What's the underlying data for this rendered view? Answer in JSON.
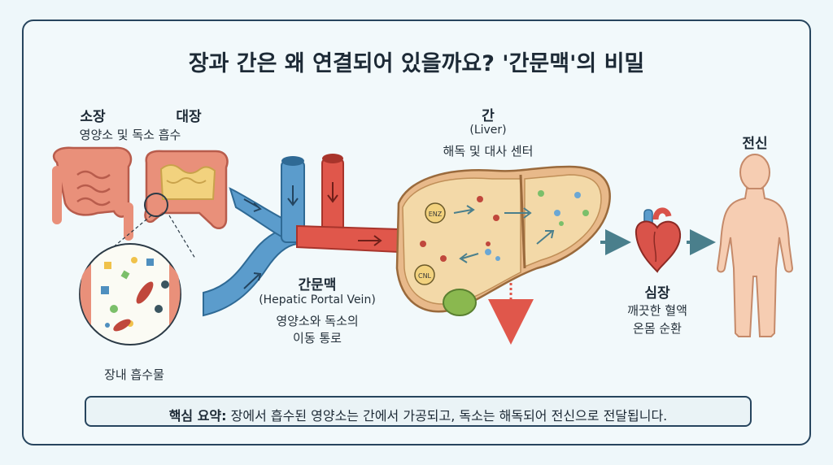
{
  "title": "장과 간은 왜 연결되어 있을까요? '간문맥'의 비밀",
  "small_intestine": {
    "name": "소장",
    "desc": "영양소 및 독소 흡수"
  },
  "large_intestine": {
    "name": "대장"
  },
  "absorbate": {
    "label": "장내 흡수물"
  },
  "portal_vein": {
    "name": "간문맥",
    "english": "(Hepatic Portal Vein)",
    "desc_line1": "영양소와 독소의",
    "desc_line2": "이동 통로"
  },
  "liver": {
    "name": "간",
    "english": "(Liver)",
    "desc": "해독 및 대사 센터",
    "enzyme_labels": [
      "ENZ",
      "CNL"
    ]
  },
  "heart": {
    "name": "심장",
    "desc_line1": "깨끗한 혈액",
    "desc_line2": "온몸 순환"
  },
  "body": {
    "name": "전신"
  },
  "summary": {
    "prefix": "핵심 요약:",
    "text": " 장에서 흡수된 영양소는 간에서 가공되고, 독소는 해독되어 전신으로 전달됩니다."
  },
  "colors": {
    "vein_blue": "#4f8fbf",
    "artery_red": "#e0574b",
    "liver": "#e8b98a",
    "intestine": "#e9907a",
    "colon_inner": "#f2d27e",
    "body": "#f6cdb2",
    "heart": "#d9534a"
  }
}
